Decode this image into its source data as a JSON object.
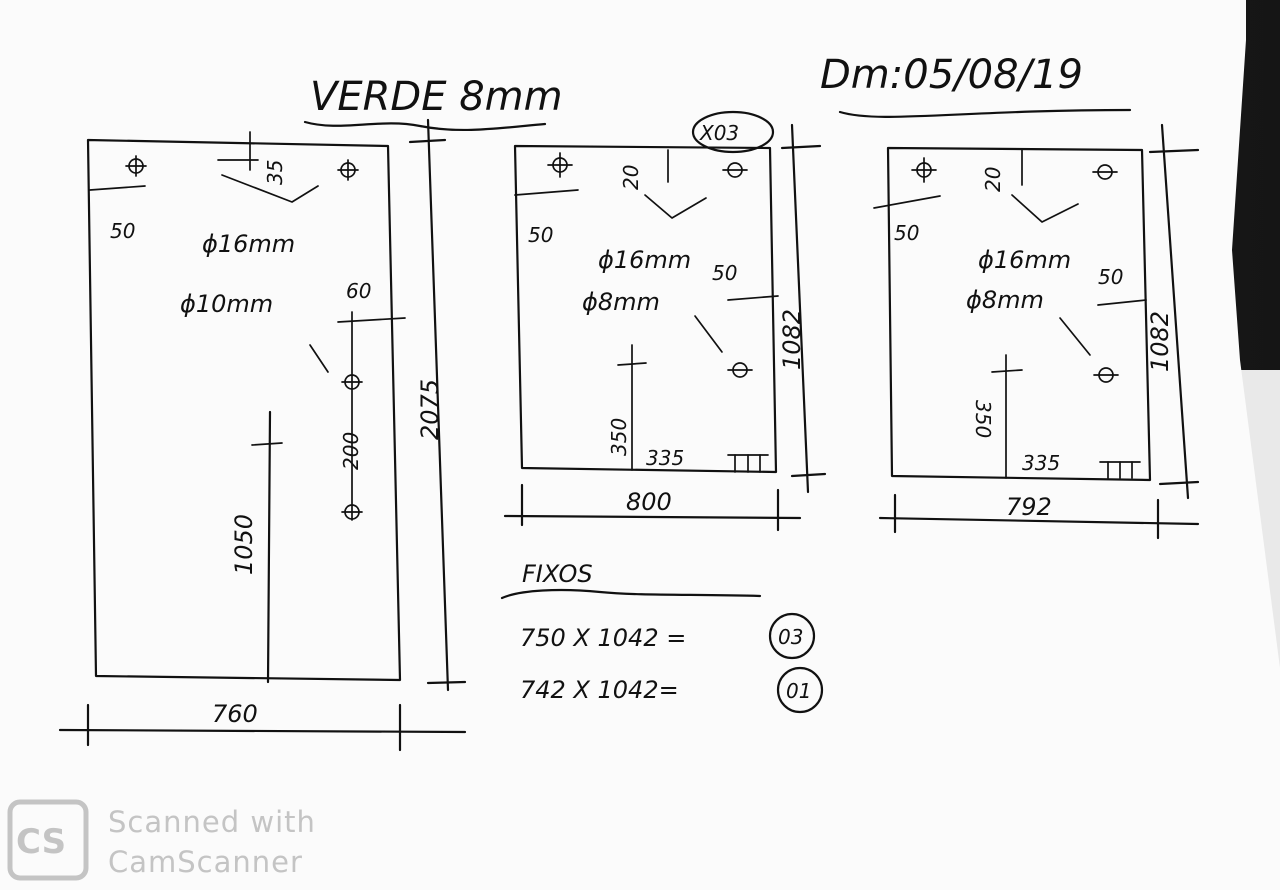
{
  "header": {
    "title": "VERDE 8mm",
    "date": "Dm:05/08/19"
  },
  "panel_left": {
    "dim_width": "760",
    "dim_height": "2075",
    "dim_hole_offset_x": "50",
    "dim_hole_offset_y": "35",
    "dim_edge_60": "60",
    "dim_200": "200",
    "dim_1050": "1050",
    "hole_label_1": "ϕ16mm",
    "hole_label_2": "ϕ10mm"
  },
  "panel_middle": {
    "quantity": "X03",
    "dim_width": "800",
    "dim_height": "1082",
    "dim_hole_offset_x": "50",
    "dim_hole_offset_y": "20",
    "dim_edge_50": "50",
    "dim_350": "350",
    "dim_335": "335",
    "hole_label_1": "ϕ16mm",
    "hole_label_2": "ϕ8mm"
  },
  "panel_right": {
    "dim_width": "792",
    "dim_height": "1082",
    "dim_hole_offset_x": "50",
    "dim_hole_offset_y": "20",
    "dim_edge_50": "50",
    "dim_350": "350",
    "dim_335": "335",
    "hole_label_1": "ϕ16mm",
    "hole_label_2": "ϕ8mm"
  },
  "fixos": {
    "heading": "FIXOS",
    "lines": [
      {
        "text": "750 X 1042 =",
        "qty": "03"
      },
      {
        "text": "742 X 1042=",
        "qty": "01"
      }
    ]
  },
  "watermark": {
    "logo": "CS",
    "line1": "Scanned with",
    "line2": "CamScanner"
  }
}
